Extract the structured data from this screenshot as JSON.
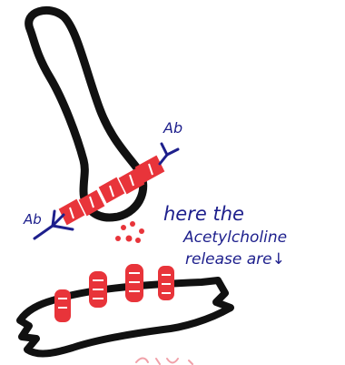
{
  "labels": {
    "antibody_upper": "Ab",
    "antibody_lower": "Ab",
    "note_line1": "here the",
    "note_line2": "Acetylcholine",
    "note_line3": "release are↓"
  },
  "colors": {
    "outline": "#111111",
    "receptor_red": "#e8343a",
    "ink_blue": "#1d1f8c",
    "bottom_scribble": "#f0a0a8"
  }
}
